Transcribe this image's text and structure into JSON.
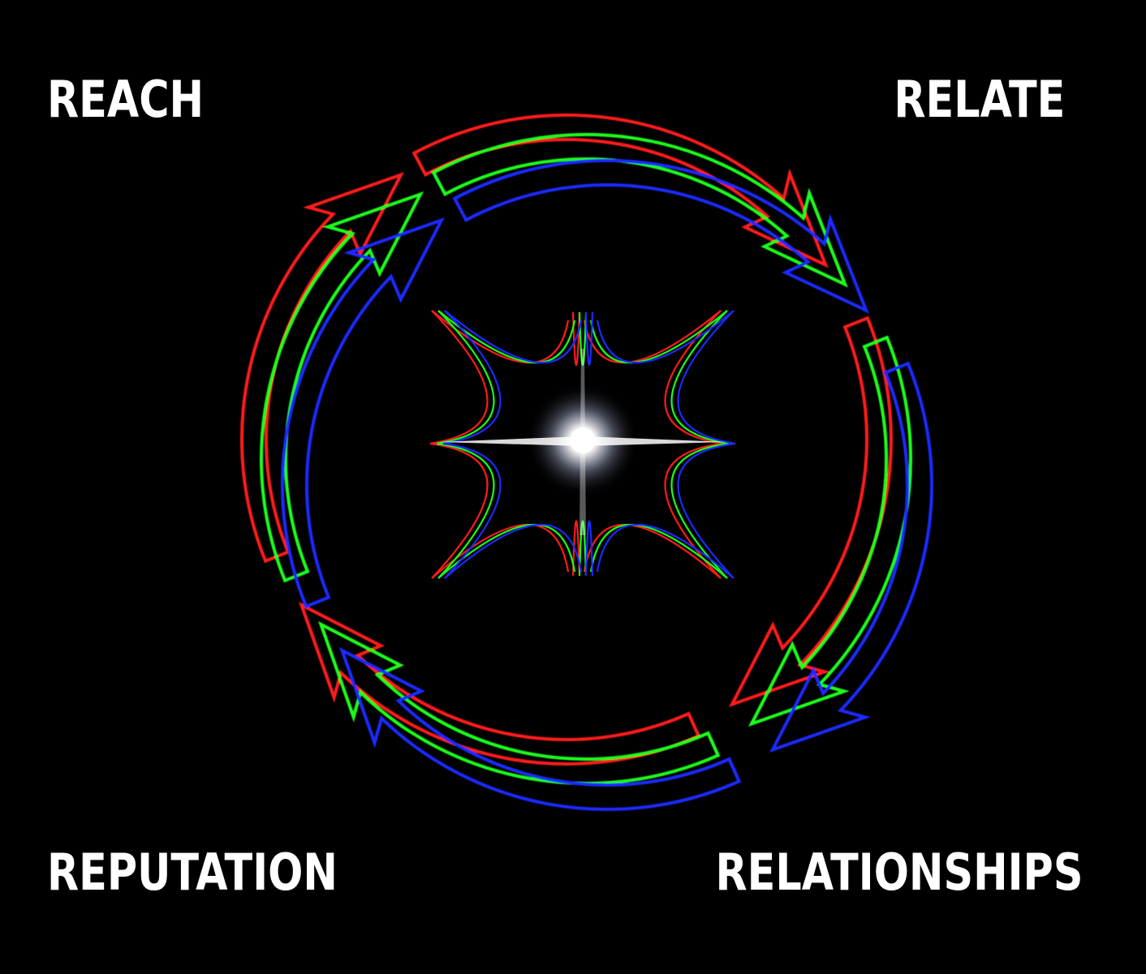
{
  "labels": {
    "top_left": "REACH",
    "top_right": "RELATE",
    "bottom_left": "REPUTATION",
    "bottom_right": "RELATIONSHIPS"
  },
  "colors": {
    "background": "#000000",
    "label": "#ffffff",
    "outline_red": "#ff1a1a",
    "outline_green": "#1aff1a",
    "outline_blue": "#1a2bff",
    "star_core": "#ffffff"
  },
  "icons": {
    "arrows": "circular-cycle-arrows-icon",
    "center": "starburst-icon"
  }
}
